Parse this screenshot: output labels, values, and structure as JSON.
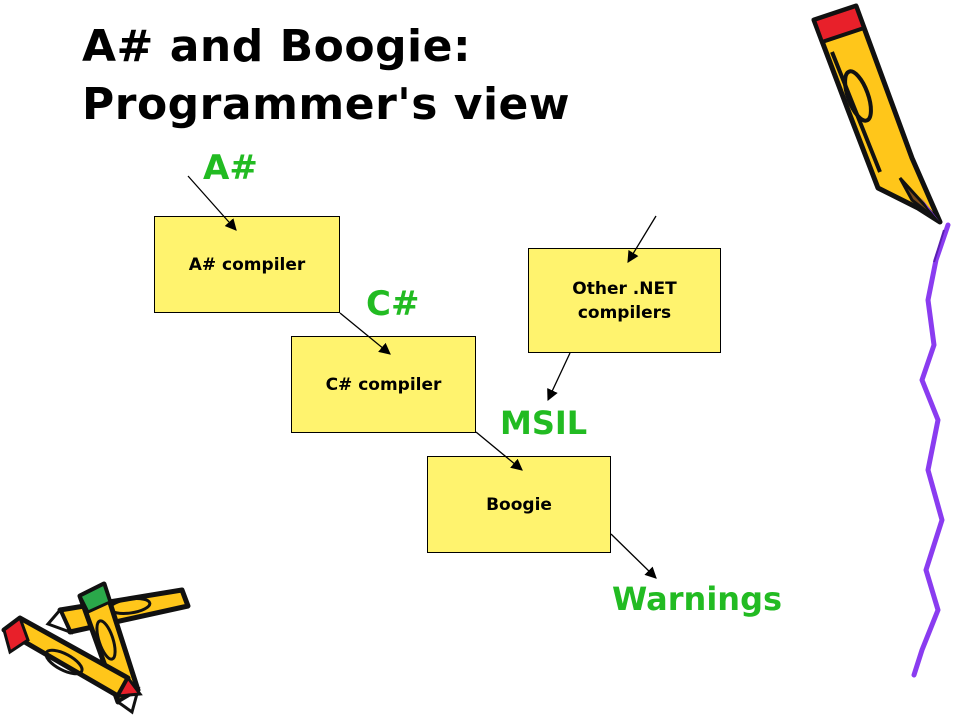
{
  "slide": {
    "title_line1": "A# and Boogie:",
    "title_line2": "Programmer's view"
  },
  "diagram": {
    "boxes": {
      "a_compiler": "A# compiler",
      "c_compiler": "C# compiler",
      "other_line1": "Other .NET",
      "other_line2": "compilers",
      "boogie": "Boogie"
    },
    "labels": {
      "a_sharp": "A#",
      "c_sharp": "C#",
      "msil": "MSIL",
      "warnings": "Warnings"
    }
  },
  "colors": {
    "label_green": "#22bb22",
    "box_fill": "#fff36e",
    "pencil_yellow": "#ffc61a",
    "pencil_border": "#111111",
    "squiggle_purple": "#8a3cf0"
  }
}
